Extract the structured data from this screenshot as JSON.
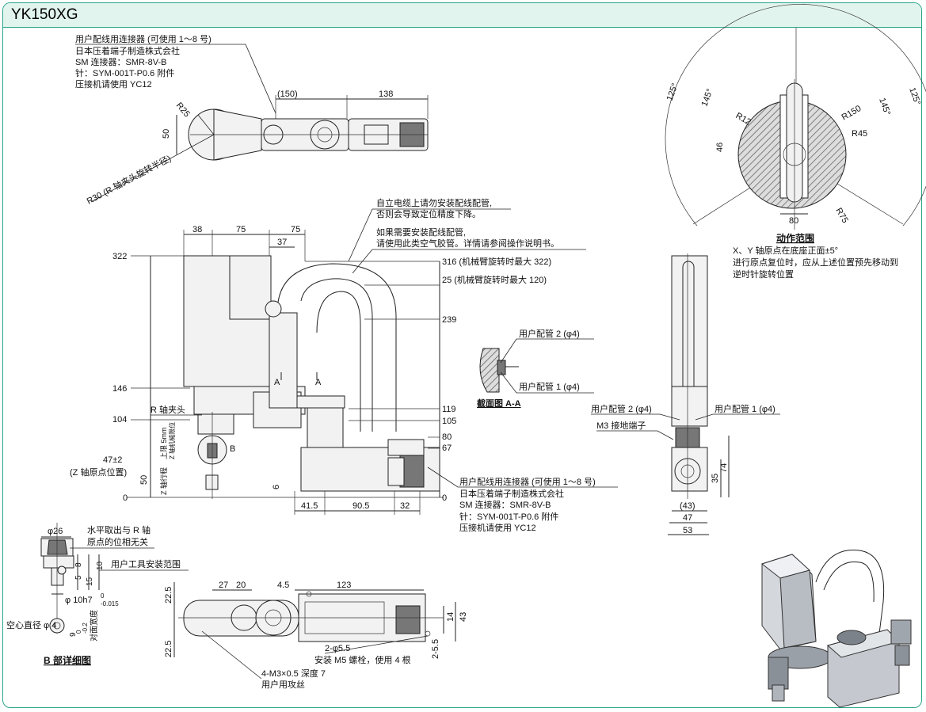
{
  "title": "YK150XG",
  "top_view": {
    "connector_note": [
      "用户配线用连接器 (可使用 1～8 号)",
      "日本压着端子制造株式会社",
      "SM 连接器：SMR-8V-B",
      "针：SYM-001T-P0.6 附件",
      "压接机请使用 YC12"
    ],
    "dim_150": "(150)",
    "dim_138": "138",
    "dim_50": "50",
    "r25": "R25",
    "r30": "R30 (R 轴夹头旋转半径)"
  },
  "range_view": {
    "a125_left": "125°",
    "a145_left": "145°",
    "a145_right": "145°",
    "a125_right": "125°",
    "r12": "R12",
    "r150": "R150",
    "r45": "R45",
    "r75": "R75",
    "dim_46": "46",
    "dim_80": "80",
    "caption": "动作范围",
    "notes": [
      "X、Y 轴原点在底座正面±5°",
      "进行原点复位时，应从上述位置预先移动到",
      "逆时针旋转位置"
    ]
  },
  "side_view": {
    "cable_note1": [
      "自立电缆上请勿安装配线配管,",
      "否则会导致定位精度下降。"
    ],
    "cable_note2": [
      "如果需要安装配线配管,",
      "请使用此类空气胶管。详情请参阅操作说明书。"
    ],
    "dim_38": "38",
    "dim_75a": "75",
    "dim_75b": "75",
    "dim_37": "37",
    "h322": "322",
    "h146": "146",
    "h104": "104",
    "h47": "47±2",
    "z_origin": "(Z 轴原点位置)",
    "h50": "50",
    "h0": "0",
    "r316": "316 (机械臂旋转时最大 322)",
    "r25": "25 (机械臂旋转时最大 120)",
    "r239": "239",
    "r119": "119",
    "r105": "105",
    "r80": "80",
    "r67": "67",
    "r0": "0",
    "r_chuck": "R 轴夹头",
    "mark_a1": "A",
    "mark_a2": "A",
    "mark_b": "B",
    "upper_limit": "上限 5mm",
    "upper_limit_sub": "Z 轴机械限位",
    "z_stroke": "Z 轴行程",
    "dim_6": "6",
    "dim_41": "41.5",
    "dim_90": "90.5",
    "dim_32": "32",
    "connector_note": [
      "用户配线用连接器 (可使用 1～8 号)",
      "日本压着端子制造株式会社",
      "SM 连接器：SMR-8V-B",
      "针：SYM-001T-P0.6 附件",
      "压接机请使用 YC12"
    ]
  },
  "section_aa": {
    "pipe2": "用户配管 2 (φ4)",
    "pipe1": "用户配管 1 (φ4)",
    "caption": "截面图 A-A"
  },
  "front_view": {
    "pipe2": "用户配管 2 (φ4)",
    "pipe1": "用户配管 1 (φ4)",
    "ground": "M3 接地端子",
    "dim_35": "35",
    "dim_74": "74",
    "dim_43": "(43)",
    "dim_47": "47",
    "dim_53": "53"
  },
  "detail_b": {
    "dia26": "φ26",
    "note1": "水平取出与 R 轴",
    "note2": "原点的位相无关",
    "d8": "8",
    "d5": "5",
    "d15": "15",
    "d10": "10",
    "tool_range": "用户工具安装范围",
    "shaft": "φ 10h7",
    "shaft_tol_top": "0",
    "shaft_tol_bot": "-0.015",
    "hollow": "空心直径 φ 4",
    "width_9": "9",
    "tol_9_top": "0",
    "tol_9_bot": "-0.2",
    "width_label": "对面宽度",
    "caption": "B 部详细图"
  },
  "base_view": {
    "d27": "27",
    "d20": "20",
    "d45": "4.5",
    "d123": "123",
    "d225a": "22.5",
    "d225b": "22.5",
    "d14": "14",
    "d43": "43",
    "d255": "2-5.5",
    "holes": "2-φ5.5",
    "holes_note": "安装 M5 螺栓，使用 4 根",
    "tap": "4-M3×0.5 深度 7",
    "tap_note": "用户用攻丝"
  }
}
